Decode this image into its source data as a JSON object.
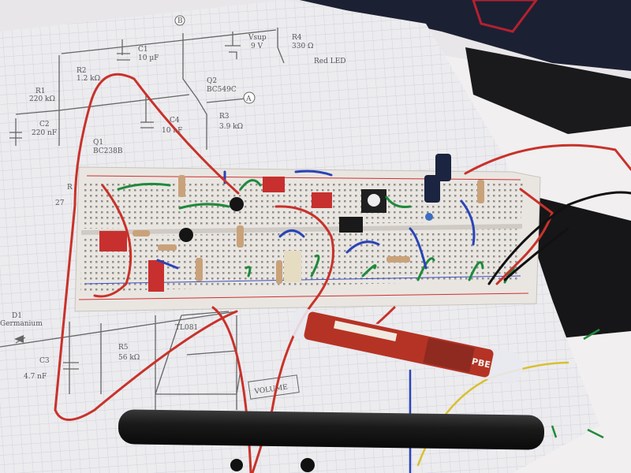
{
  "scene": {
    "description_tags": [
      "breadboard",
      "schematic-paper",
      "wires"
    ],
    "colors": {
      "paper": "#ecebee",
      "breadboard": "#e9e6e2",
      "red_wire": "#c8322a",
      "green_wire": "#1f8a3a",
      "blue_wire": "#2a44b8",
      "resistor_body": "#c9a27a",
      "capacitor_red": "#c7302e"
    }
  },
  "schematic": {
    "node_b": "B",
    "node_a": "A",
    "c1_label": "C1",
    "c1_value": "10 µF",
    "vsup_label": "Vsup",
    "vsup_value": "9 V",
    "r_led_label": "R4",
    "r_led_value": "330 Ω",
    "led_label": "Red LED",
    "r2_label": "R2",
    "r2_value": "1.2 kΩ",
    "r1_label": "R1",
    "r1_value": "220 kΩ",
    "c2_label": "C2",
    "c2_value": "220 nF",
    "q2_label": "Q2",
    "q2_value": "BC549C",
    "r3_label": "R3",
    "r3_value": "3.9 kΩ",
    "c4_label": "C4",
    "c4_value": "10 nF",
    "q1_label": "Q1",
    "q1_value": "BC238B",
    "r_partial": "R",
    "r_partial_value": "27",
    "d1_label": "D1",
    "d1_value": "Germanium",
    "c3_label": "C3",
    "c3_value": "4.7 nF",
    "r5_label": "R5",
    "r5_value": "56 kΩ",
    "opamp_label": "TL081",
    "volume_label": "VOLUME"
  },
  "battery_label": "PBE"
}
